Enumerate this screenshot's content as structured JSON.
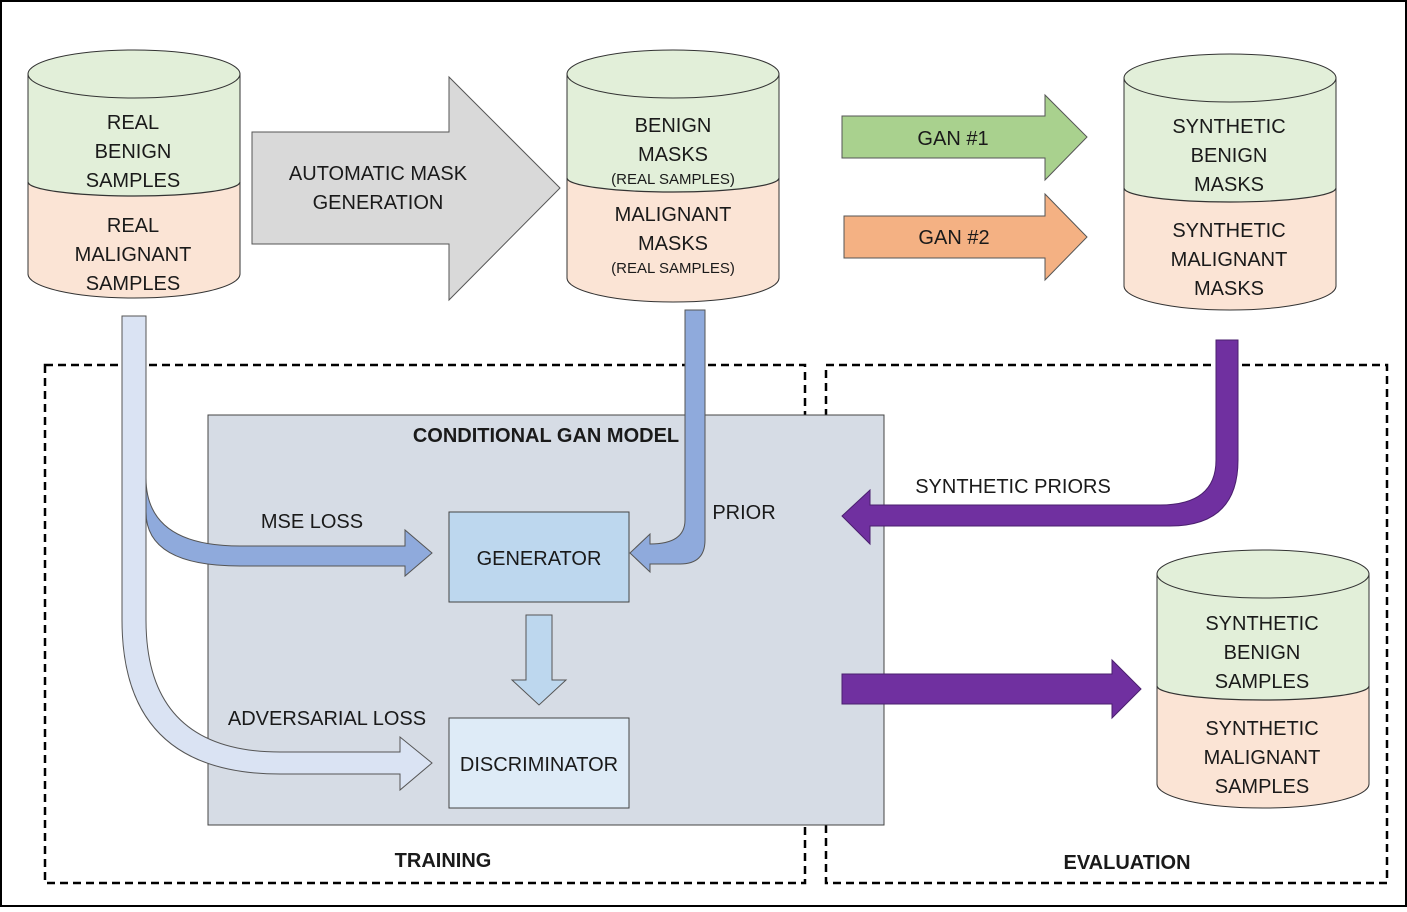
{
  "colors": {
    "benign": "#e2efd9",
    "malignant": "#fbe4d5",
    "arrow_gray": "#d9d9d9",
    "arrow_green": "#a9d18e",
    "arrow_orange": "#f4b183",
    "arrow_blue_dark": "#8faadc",
    "arrow_blue_light": "#dae3f3",
    "arrow_purple": "#7030a0",
    "model_box": "#d6dce5",
    "generator": "#bdd7ee",
    "discriminator": "#deebf7"
  },
  "real_samples": {
    "top": [
      "REAL",
      "BENIGN",
      "SAMPLES"
    ],
    "bottom": [
      "REAL",
      "MALIGNANT",
      "SAMPLES"
    ]
  },
  "mask_arrow": [
    "AUTOMATIC MASK",
    "GENERATION"
  ],
  "real_masks": {
    "top": [
      "BENIGN",
      "MASKS"
    ],
    "top_note": "(REAL SAMPLES)",
    "bottom": [
      "MALIGNANT",
      "MASKS"
    ],
    "bottom_note": "(REAL SAMPLES)"
  },
  "gan1": "GAN #1",
  "gan2": "GAN #2",
  "synthetic_masks": {
    "top": [
      "SYNTHETIC",
      "BENIGN",
      "MASKS"
    ],
    "bottom": [
      "SYNTHETIC",
      "MALIGNANT",
      "MASKS"
    ]
  },
  "model": {
    "title": "CONDITIONAL GAN MODEL",
    "generator": "GENERATOR",
    "discriminator": "DISCRIMINATOR",
    "mse_loss": "MSE LOSS",
    "adversarial_loss": "ADVERSARIAL LOSS",
    "prior": "PRIOR"
  },
  "synthetic_priors": "SYNTHETIC PRIORS",
  "synthetic_samples": {
    "top": [
      "SYNTHETIC",
      "BENIGN",
      "SAMPLES"
    ],
    "bottom": [
      "SYNTHETIC",
      "MALIGNANT",
      "SAMPLES"
    ]
  },
  "sections": {
    "training": "TRAINING",
    "evaluation": "EVALUATION"
  }
}
